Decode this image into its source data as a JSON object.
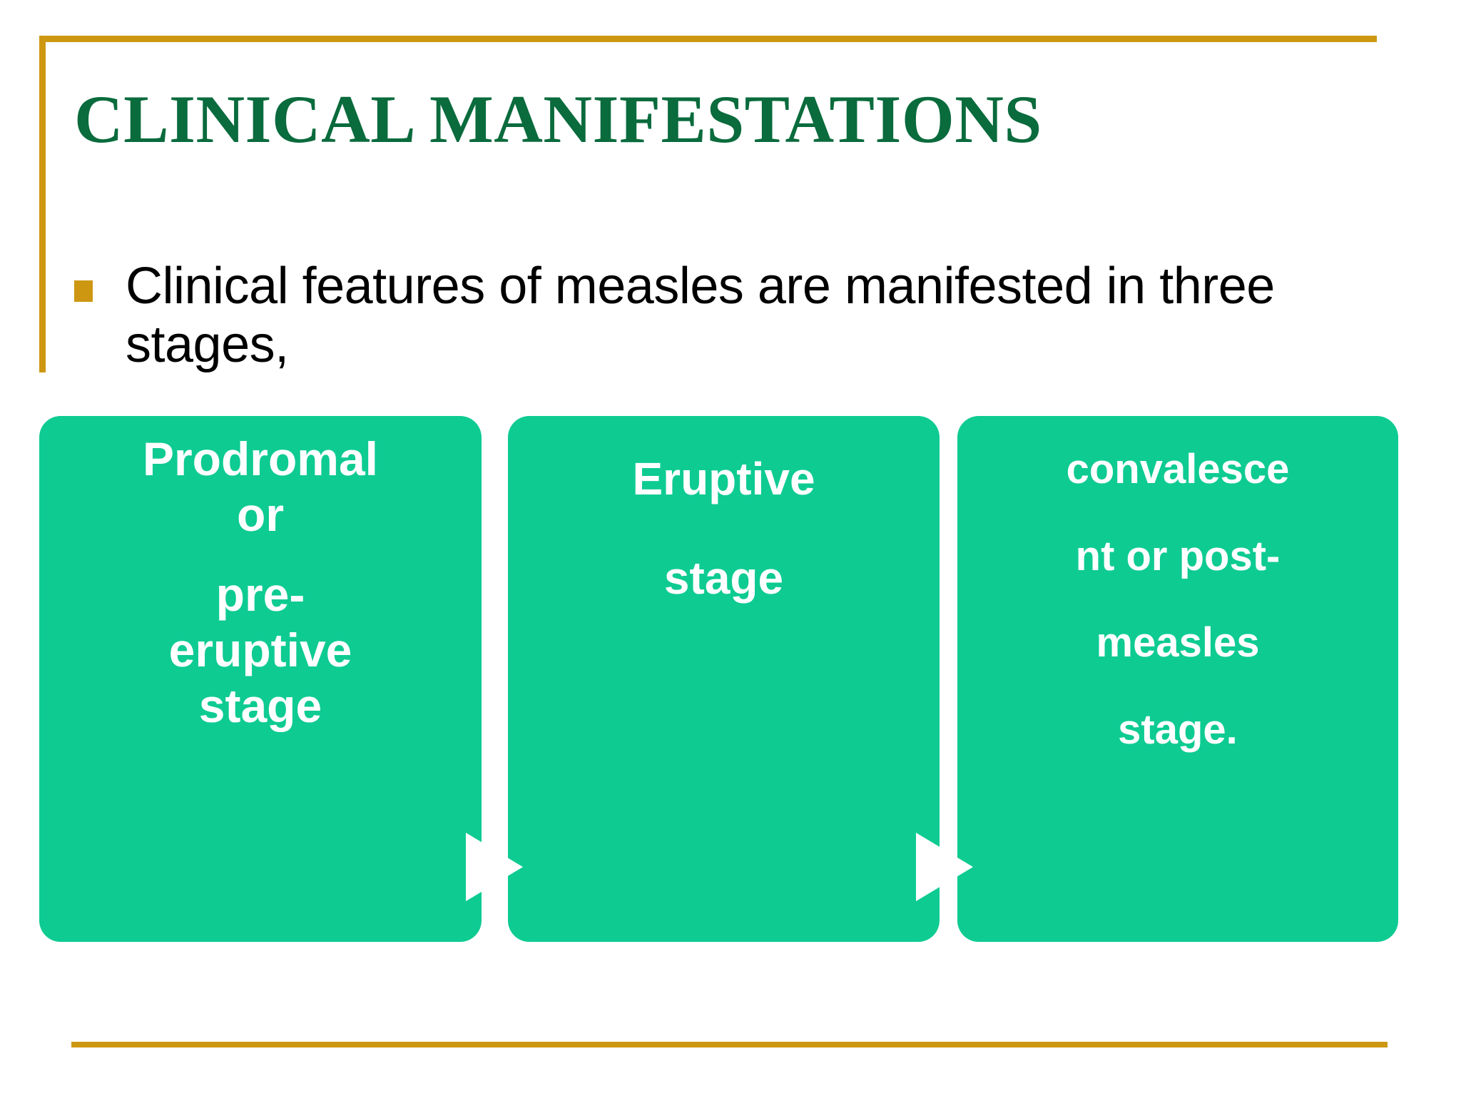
{
  "slide": {
    "title": "CLINICAL MANIFESTATIONS",
    "accent_gold": "#cd9712",
    "title_green": "#0a6b3d",
    "box_green": "#0ecb92",
    "body_text_color": "#000000"
  },
  "body": {
    "bullet_marker": "square-bullet",
    "bullet_text": "Clinical features of measles are manifested in three stages,"
  },
  "stages": [
    {
      "id": "prodromal",
      "lines": [
        {
          "text": "Prodromal",
          "gap_before": false
        },
        {
          "text": "or",
          "gap_before": false
        },
        {
          "text": "pre-",
          "gap_before": true
        },
        {
          "text": "eruptive",
          "gap_before": false
        },
        {
          "text": "stage",
          "gap_before": false
        }
      ]
    },
    {
      "id": "eruptive",
      "lines": [
        {
          "text": "Eruptive",
          "gap_before": false
        },
        {
          "text": "stage",
          "gap_before": true
        }
      ]
    },
    {
      "id": "convalescent",
      "lines": [
        {
          "text": "convalesce",
          "gap_before": false
        },
        {
          "text": "nt or post-",
          "gap_before": true
        },
        {
          "text": "measles",
          "gap_before": true
        },
        {
          "text": "stage.",
          "gap_before": true
        }
      ]
    }
  ],
  "connectors": [
    {
      "id": "arrow-prodromal-to-eruptive",
      "glyph": "right-arrow-icon"
    },
    {
      "id": "arrow-eruptive-to-convalescent",
      "glyph": "right-arrow-icon"
    }
  ]
}
